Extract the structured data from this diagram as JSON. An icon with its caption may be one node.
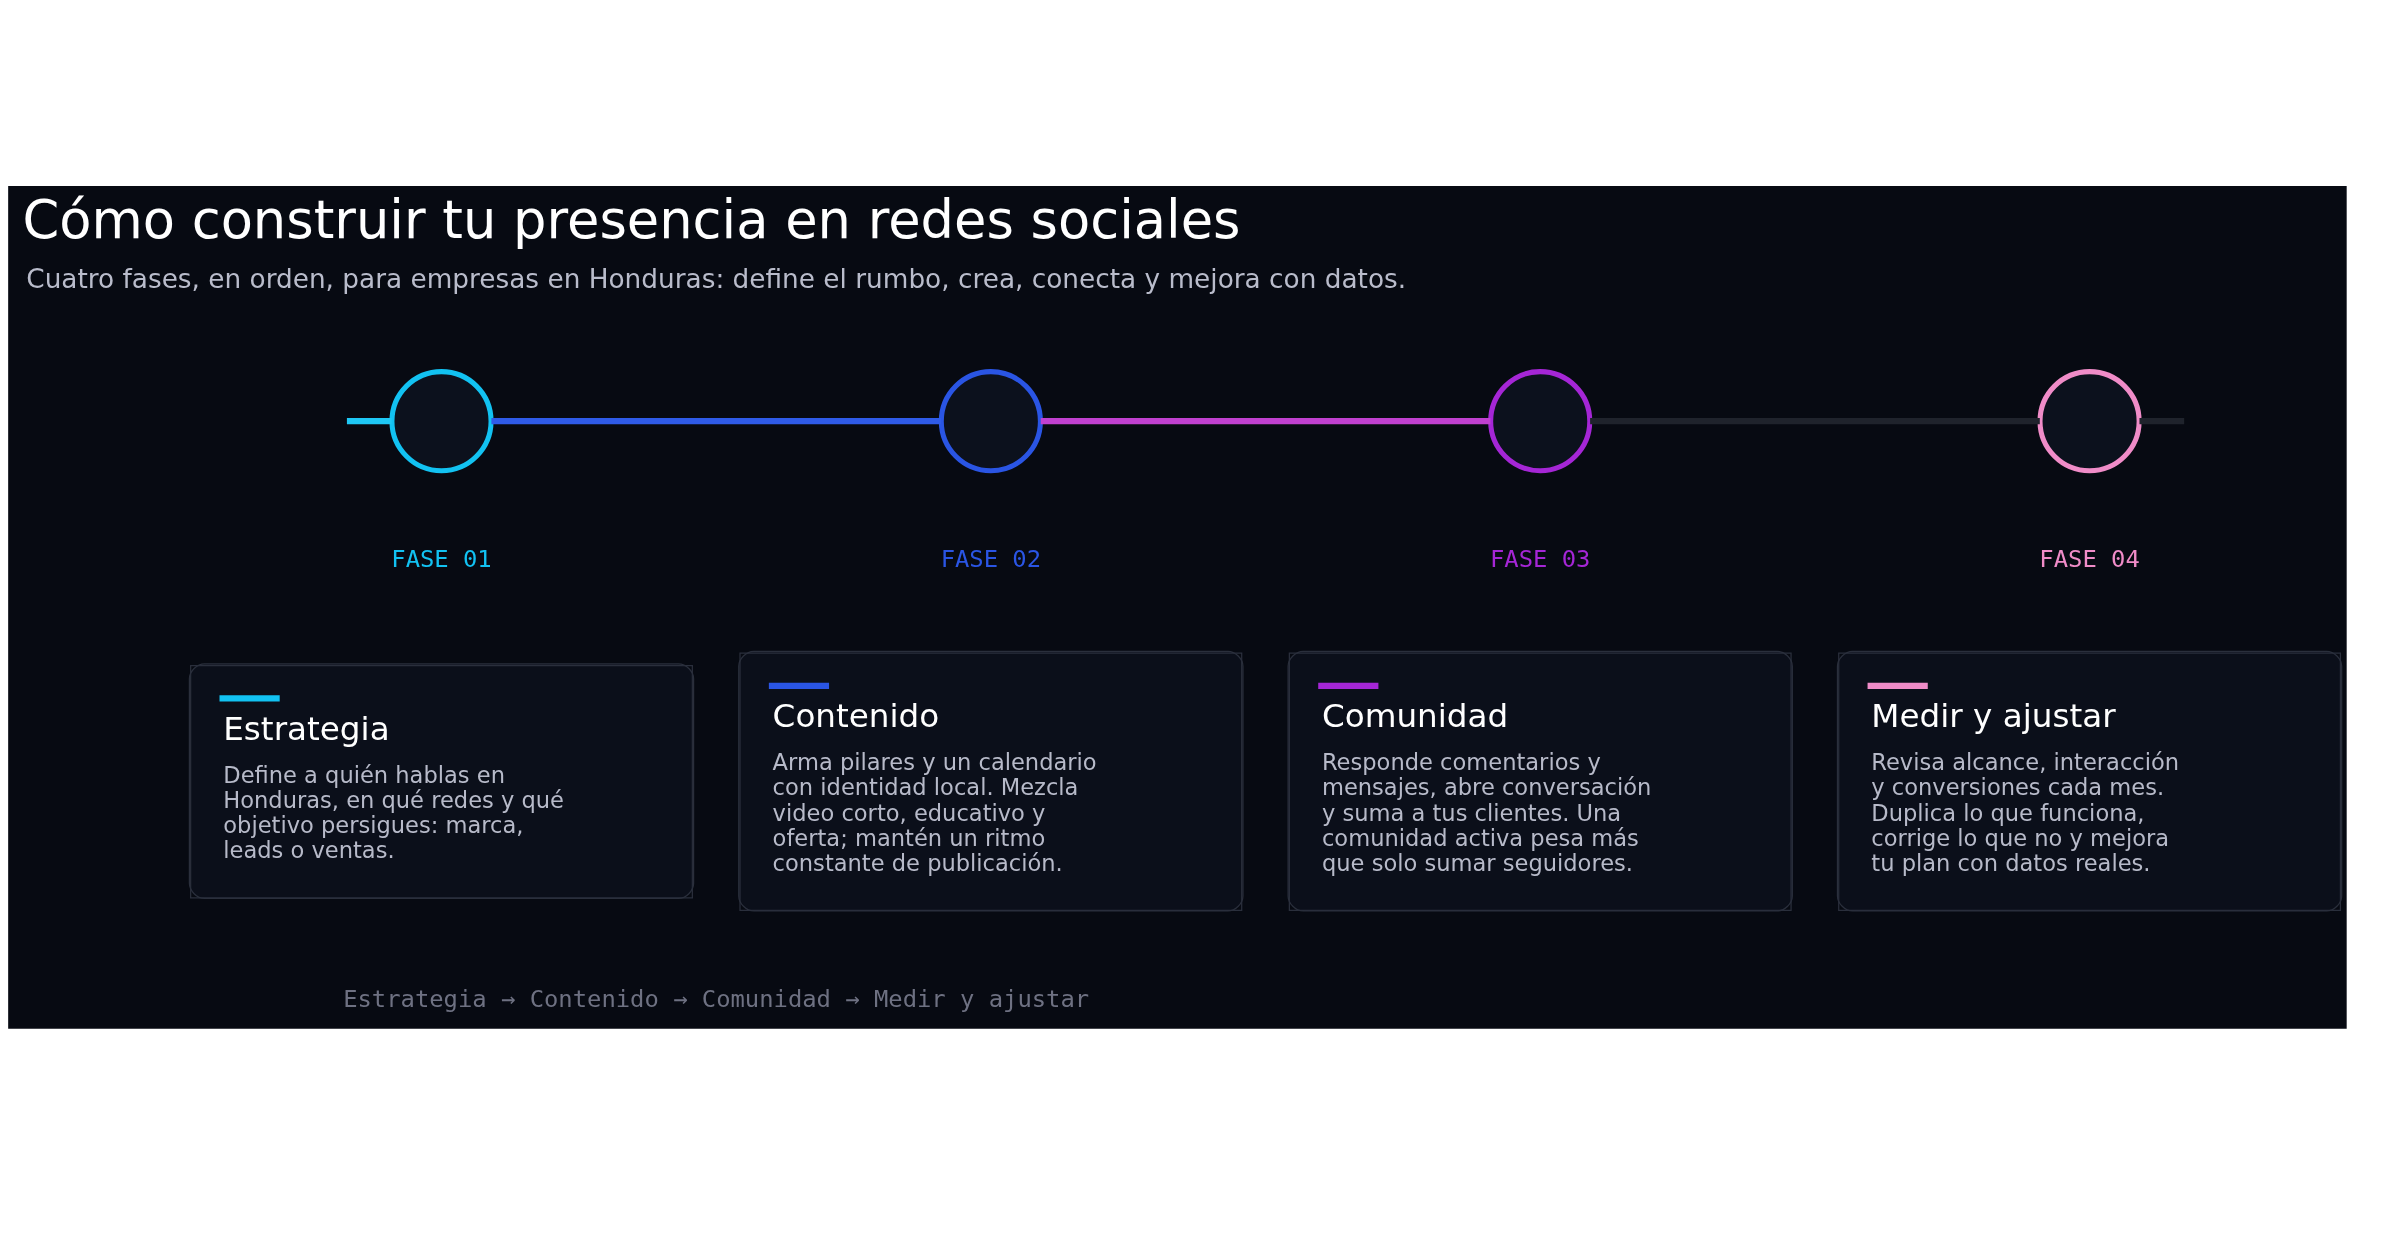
{
  "diagram": {
    "title": "Cómo construir tu presencia en redes sociales",
    "nodes": [
      {
        "text": [],
        "shape": "circle",
        "beside": [
          "FASE 01"
        ]
      },
      {
        "text": [],
        "shape": "circle",
        "beside": [
          "FASE 02"
        ]
      },
      {
        "text": [],
        "shape": "circle",
        "beside": [
          "FASE 03"
        ]
      },
      {
        "text": [],
        "shape": "circle",
        "beside": [
          "FASE 04"
        ]
      },
      {
        "text": [
          "Estrategia",
          "Define a quién hablas en Honduras, en qué redes y qué objetivo persigues: marca, leads o ventas."
        ]
      },
      {
        "text": [
          "Contenido",
          "Arma pilares y un calendario con identidad local. Mezcla video corto, educativo y oferta; mantén un ritmo constante de publicación."
        ]
      },
      {
        "text": [
          "Comunidad",
          "Responde comentarios y mensajes, abre conversación y suma a tus clientes. Una comunidad activa pesa más que solo sumar seguidores."
        ]
      },
      {
        "text": [
          "Medir y ajustar",
          "Revisa alcance, interacción y conversiones cada mes. Duplica lo que funciona, corrige lo que no y mejora tu plan con datos reales."
        ]
      }
    ],
    "edges": [
      {
        "from": null,
        "to": 0,
        "arrow": "none",
        "color": "#1ec8f5"
      },
      {
        "from": 0,
        "to": 1,
        "arrow": "none",
        "color": "#2f5be8"
      },
      {
        "from": 1,
        "to": 2,
        "arrow": "none",
        "color": "#c040d0"
      },
      {
        "from": 2,
        "to": 3,
        "arrow": "none",
        "color": "#1f232c"
      },
      {
        "from": 3,
        "to": null,
        "arrow": "none",
        "color": "#1f232c"
      }
    ],
    "labels": [
      "Cuatro fases, en orden, para empresas en Honduras: define el rumbo, crea, conecta y mejora con datos.",
      "Estrategia → Contenido → Comunidad → Medir y ajustar"
    ]
  }
}
